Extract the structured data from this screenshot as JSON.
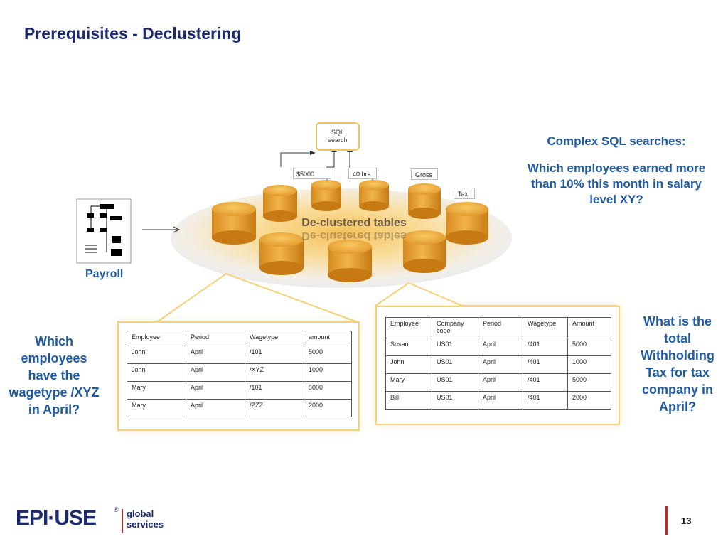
{
  "slide": {
    "title": "Prerequisites - Declustering",
    "page_number": "13"
  },
  "diagram": {
    "sql_box": [
      "SQL",
      "search"
    ],
    "tags": {
      "amount": "$5000",
      "hours": "40 hrs",
      "gross": "Gross",
      "tax": "Tax"
    },
    "center_label": "De-clustered tables",
    "payroll_label": "Payroll"
  },
  "questions": {
    "top_right_heading": "Complex SQL searches:",
    "top_right_body": [
      "Which employees earned more",
      "than 10% this month in salary",
      "level XY?"
    ],
    "left": [
      "Which",
      "employees",
      "have the",
      "wagetype /XYZ",
      "in April?"
    ],
    "right": [
      "What is the",
      "total",
      "Withholding",
      "Tax for tax",
      "company in",
      "April?"
    ]
  },
  "table_left": {
    "headers": [
      "Employee",
      "Period",
      "Wagetype",
      "amount"
    ],
    "rows": [
      [
        "John",
        "April",
        "/101",
        "5000"
      ],
      [
        "John",
        "April",
        "/XYZ",
        "1000"
      ],
      [
        "Mary",
        "April",
        "/101",
        "5000"
      ],
      [
        "Mary",
        "April",
        "/ZZZ",
        "2000"
      ]
    ]
  },
  "table_right": {
    "headers": [
      "Employee",
      "Company code",
      "Period",
      "Wagetype",
      "Amount"
    ],
    "rows": [
      [
        "Susan",
        "US01",
        "April",
        "/401",
        "5000"
      ],
      [
        "John",
        "US01",
        "April",
        "/401",
        "1000"
      ],
      [
        "Mary",
        "US01",
        "April",
        "/401",
        "5000"
      ],
      [
        "Bill",
        "US01",
        "April",
        "/401",
        "2000"
      ]
    ]
  },
  "logo": {
    "brand": "EPI·USE",
    "reg": "®",
    "line1": "global",
    "line2": "services"
  },
  "colors": {
    "title": "#1a2a6c",
    "question_blue": "#1f5aa0",
    "accent_red": "#c0272d",
    "cylinder": "#e8a23a",
    "callout_border": "#f4d27a"
  }
}
